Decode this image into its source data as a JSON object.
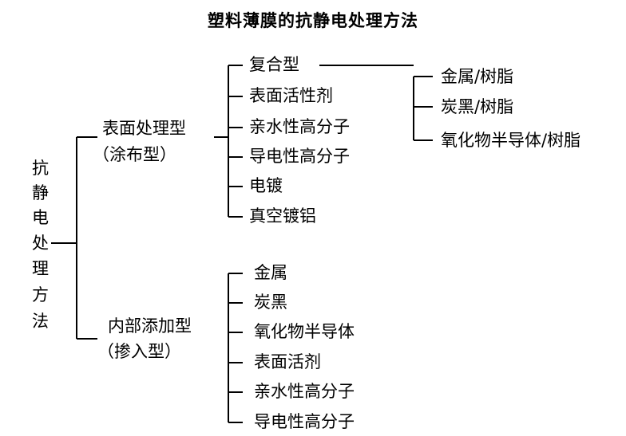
{
  "title": "塑料薄膜的抗静电处理方法",
  "root": "抗静电处理方法",
  "root_chars": [
    "抗",
    "静",
    "电",
    "处",
    "理",
    "方",
    "法"
  ],
  "branches": [
    {
      "label": "表面处理型",
      "sublabel": "（涂布型）",
      "items": [
        "复合型",
        "表面活性剂",
        "亲水性高分子",
        "导电性高分子",
        "电镀",
        "真空镀铝"
      ]
    },
    {
      "label": "内部添加型",
      "sublabel": "（掺入型）",
      "items": [
        "金属",
        "炭黑",
        "氧化物半导体",
        "表面活剂",
        "亲水性高分子",
        "导电性高分子"
      ]
    }
  ],
  "composite": {
    "parent": "复合型",
    "items": [
      "金属/树脂",
      "炭黑/树脂",
      "氧化物半导体/树脂"
    ]
  }
}
